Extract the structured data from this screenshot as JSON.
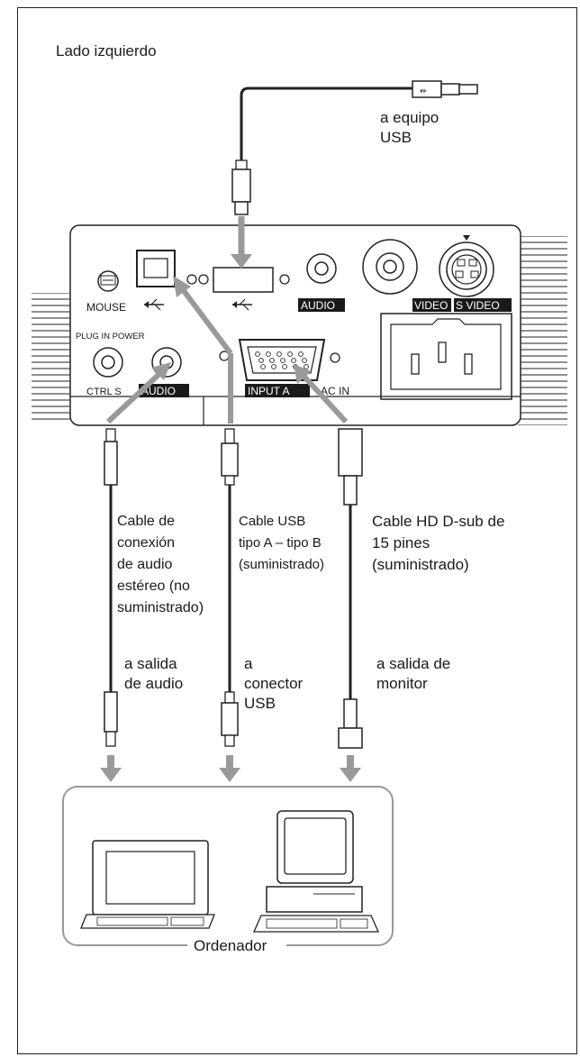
{
  "header": {
    "title": "Lado izquierdo"
  },
  "usb_device": {
    "label": "a equipo\nUSB"
  },
  "projector_panel": {
    "mouse": "MOUSE",
    "audio_upper": "AUDIO",
    "video": "VIDEO",
    "s_video": "S VIDEO",
    "plug_in_power": "PLUG IN POWER",
    "ctrl_s": "CTRL S",
    "audio_lower": "AUDIO",
    "input_a": "INPUT A",
    "ac_in": "~AC IN"
  },
  "cables": {
    "audio": "Cable de\nconexión\nde audio\nestéreo (no\nsuministrado)",
    "usb": "Cable USB\ntipo A – tipo B\n(suministrado)",
    "hd_dsub": "Cable HD D-sub de\n15 pines\n(suministrado)"
  },
  "connectors": {
    "audio_out": "a salida\nde audio",
    "usb_connector": "a\nconector\nUSB",
    "monitor_out": "a salida de\nmonitor"
  },
  "computer": {
    "label": "Ordenador"
  },
  "colors": {
    "line": "#222222",
    "arrow": "#9a9a9a",
    "panel": "#ffffff"
  }
}
